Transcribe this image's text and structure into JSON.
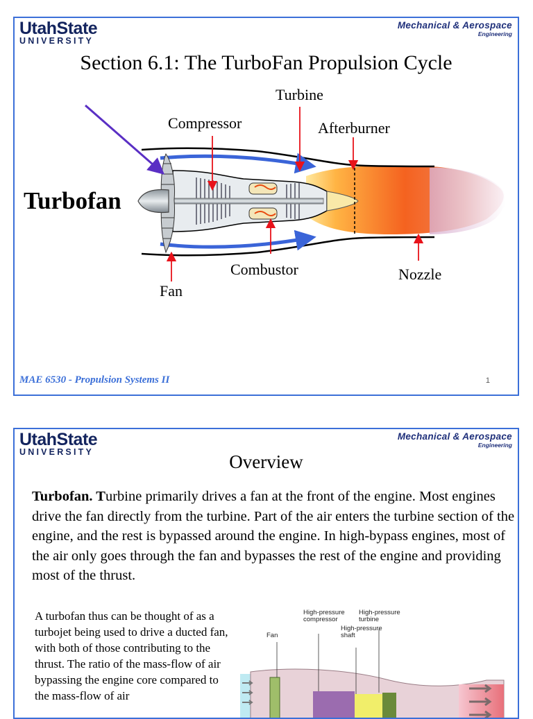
{
  "slide1": {
    "logo_main": "UtahState",
    "logo_sub": "UNIVERSITY",
    "dept_main": "Mechanical & Aerospace",
    "dept_sub": "Engineering",
    "title": "Section 6.1: The TurboFan Propulsion Cycle",
    "diagram_title": "Turbofan",
    "labels": {
      "turbine": "Turbine",
      "compressor": "Compressor",
      "afterburner": "Afterburner",
      "combustor": "Combustor",
      "nozzle": "Nozzle",
      "fan": "Fan"
    },
    "footer": "MAE 6530 - Propulsion Systems II",
    "page_number": "1"
  },
  "slide2": {
    "logo_main": "UtahState",
    "logo_sub": "UNIVERSITY",
    "dept_main": "Mechanical & Aerospace",
    "dept_sub": "Engineering",
    "title": "Overview",
    "para_lead": "Turbofan. T",
    "para_rest": "urbine primarily drives a fan at the front of the engine. Most engines drive the fan directly from the turbine. Part of the air enters the turbine section of the engine, and the rest is bypassed around the engine. In high-bypass engines, most of the air only goes through the fan and bypasses the rest of the engine and providing most of the thrust.",
    "para2": "A turbofan thus can be thought of as a turbojet being used to drive a ducted fan, with both of those contributing to the thrust. The ratio of the mass-flow of air bypassing the engine core compared to the mass-flow of air",
    "figure_labels": {
      "fan": "Fan",
      "hp_compressor": "High-pressure compressor",
      "hp_turbine": "High-pressure turbine",
      "hp_shaft": "High-pressure shaft"
    }
  },
  "colors": {
    "border": "#3b6fd8",
    "footer": "#3b6fd8",
    "logo": "#13245e",
    "arrow_red": "#e8121a",
    "arrow_purple": "#5a2fc4",
    "bypass_blue": "#3a64d8"
  }
}
